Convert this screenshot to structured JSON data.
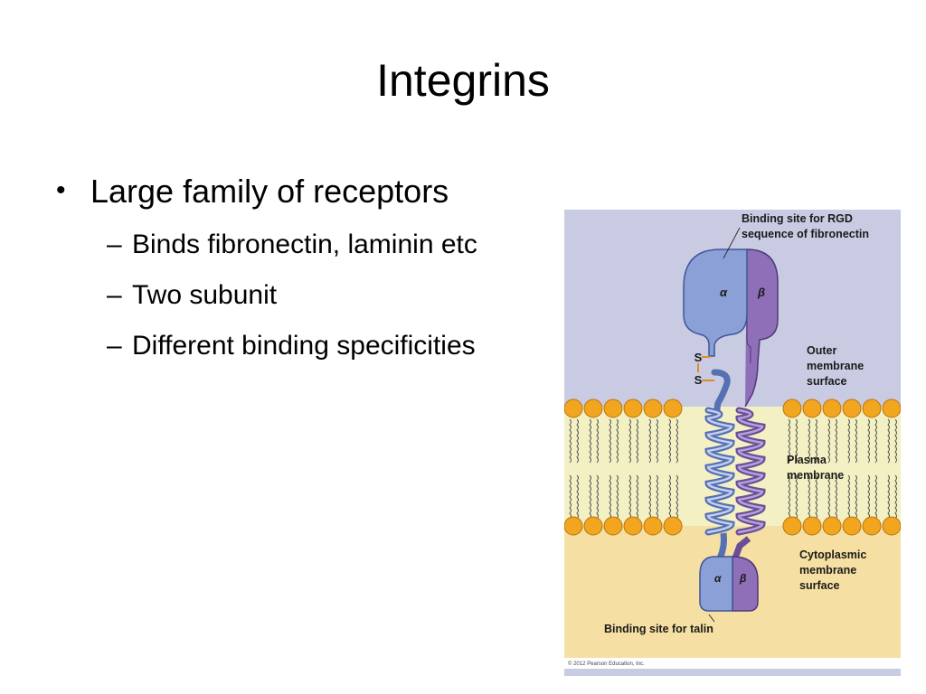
{
  "slide": {
    "title": "Integrins",
    "bullets": [
      {
        "text": "Large family of receptors",
        "sub": [
          "Binds fibronectin, laminin etc",
          "Two subunit",
          "Different binding specificities"
        ]
      }
    ]
  },
  "figure": {
    "labels": {
      "rgd_line1": "Binding site for RGD",
      "rgd_line2": "sequence of fibronectin",
      "outer_line1": "Outer",
      "outer_line2": "membrane",
      "outer_line3": "surface",
      "plasma_line1": "Plasma",
      "plasma_line2": "membrane",
      "cyto_line1": "Cytoplasmic",
      "cyto_line2": "membrane",
      "cyto_line3": "surface",
      "talin": "Binding site for talin",
      "alpha": "α",
      "beta": "β",
      "s_top": "S",
      "s_bottom": "S",
      "copyright": "© 2012 Pearson Education, Inc."
    },
    "colors": {
      "outer_bg": "#c9cbe3",
      "membrane_bg": "#f3f1c4",
      "cyto_bg": "#f6dfa2",
      "lipid_head": "#f2a51f",
      "alpha_subunit": "#8aa0d6",
      "beta_subunit": "#8f6fb8"
    }
  }
}
